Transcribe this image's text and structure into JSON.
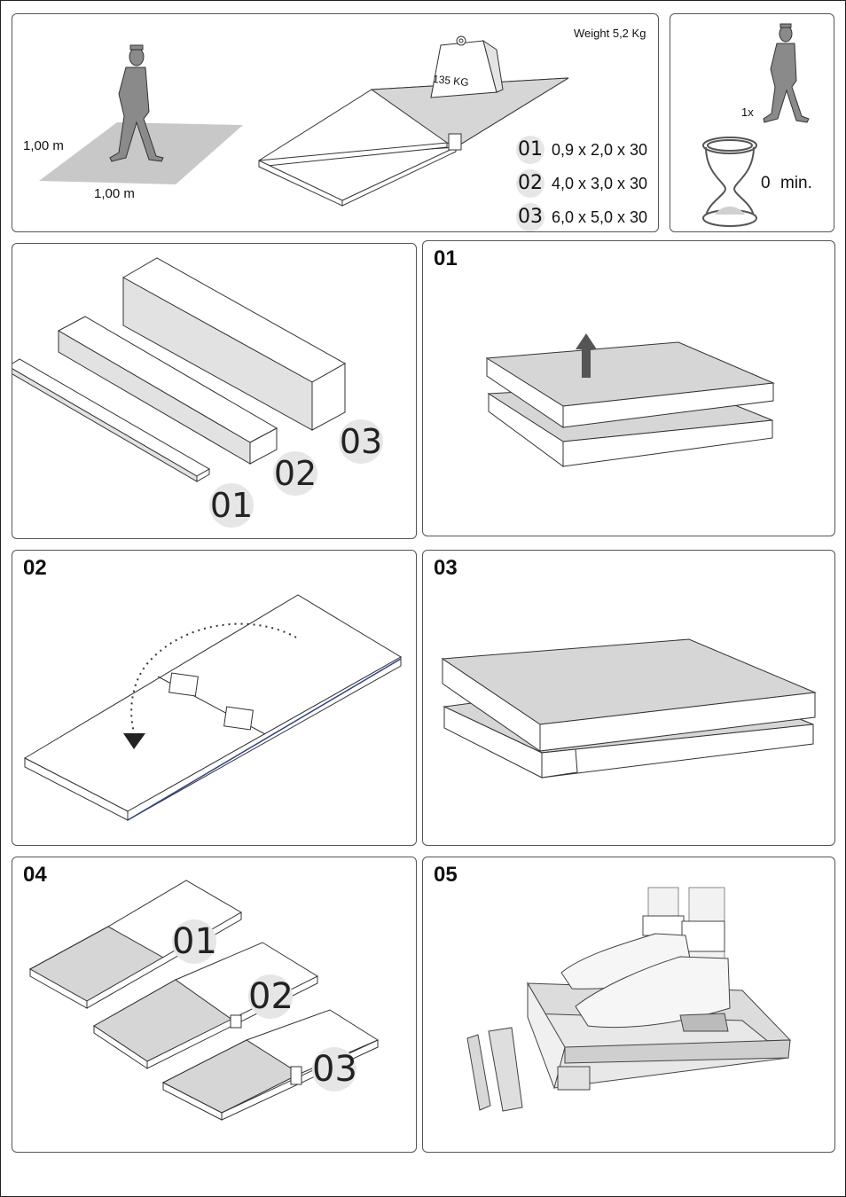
{
  "top": {
    "area_x_label": "1,00 m",
    "area_y_label": "1,00 m",
    "weight_label": "Weight 5,2 Kg",
    "load_label": "135 KG",
    "specs": [
      {
        "id": "01",
        "dims": "0,9 x 2,0 x 30"
      },
      {
        "id": "02",
        "dims": "4,0 x 3,0 x 30"
      },
      {
        "id": "03",
        "dims": "6,0 x 5,0 x 30"
      }
    ]
  },
  "side": {
    "persons": "1x",
    "time_value": "0",
    "time_unit": "min."
  },
  "parts": {
    "labels": [
      "01",
      "02",
      "03"
    ]
  },
  "steps": {
    "s01": "01",
    "s02": "02",
    "s03": "03",
    "s04": "04",
    "s05": "05"
  },
  "s04_labels": [
    "01",
    "02",
    "03"
  ],
  "colors": {
    "panel_border": "#555555",
    "surface_gray": "#d6d6d6",
    "badge_gray": "#e6e6e6",
    "arrow": "#555555"
  }
}
